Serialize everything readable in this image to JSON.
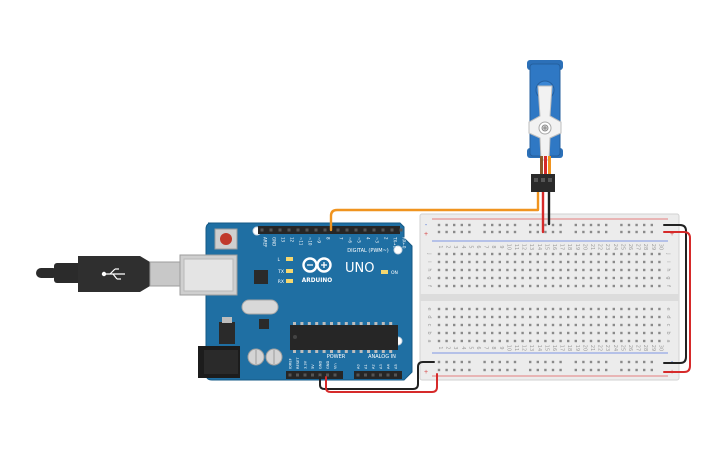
{
  "board": {
    "brand": "ARDUINO",
    "model": "UNO",
    "digital_label": "DIGITAL (PWM~)",
    "power_label": "POWER",
    "analog_label": "ANALOG IN",
    "on_label": "ON",
    "l_label": "L",
    "tx_label": "TX",
    "rx_label": "RX",
    "digital_pins": [
      "AREF",
      "GND",
      "13",
      "12",
      "~11",
      "~10",
      "~9",
      "8",
      "7",
      "~6",
      "~5",
      "4",
      "~3",
      "2",
      "TX→1",
      "RX←0"
    ],
    "power_pins": [
      "IOREF",
      "RESET",
      "3.3V",
      "5V",
      "GND",
      "GND",
      "Vin"
    ],
    "analog_pins": [
      "A0",
      "A1",
      "A2",
      "A3",
      "A4",
      "A5"
    ]
  },
  "breadboard": {
    "rows_top": [
      "j",
      "i",
      "h",
      "g",
      "f"
    ],
    "rows_bottom": [
      "e",
      "d",
      "c",
      "b",
      "a"
    ],
    "plus": "+",
    "minus": "-",
    "columns": 30
  },
  "colors": {
    "board": "#1f6fa3",
    "servo": "#2f78c4",
    "wire_signal": "#f0941f",
    "wire_power": "#d62a2a",
    "wire_ground": "#222222",
    "breadboard": "#ececec"
  },
  "components": [
    "usb-cable",
    "arduino-uno",
    "breadboard",
    "micro-servo"
  ]
}
